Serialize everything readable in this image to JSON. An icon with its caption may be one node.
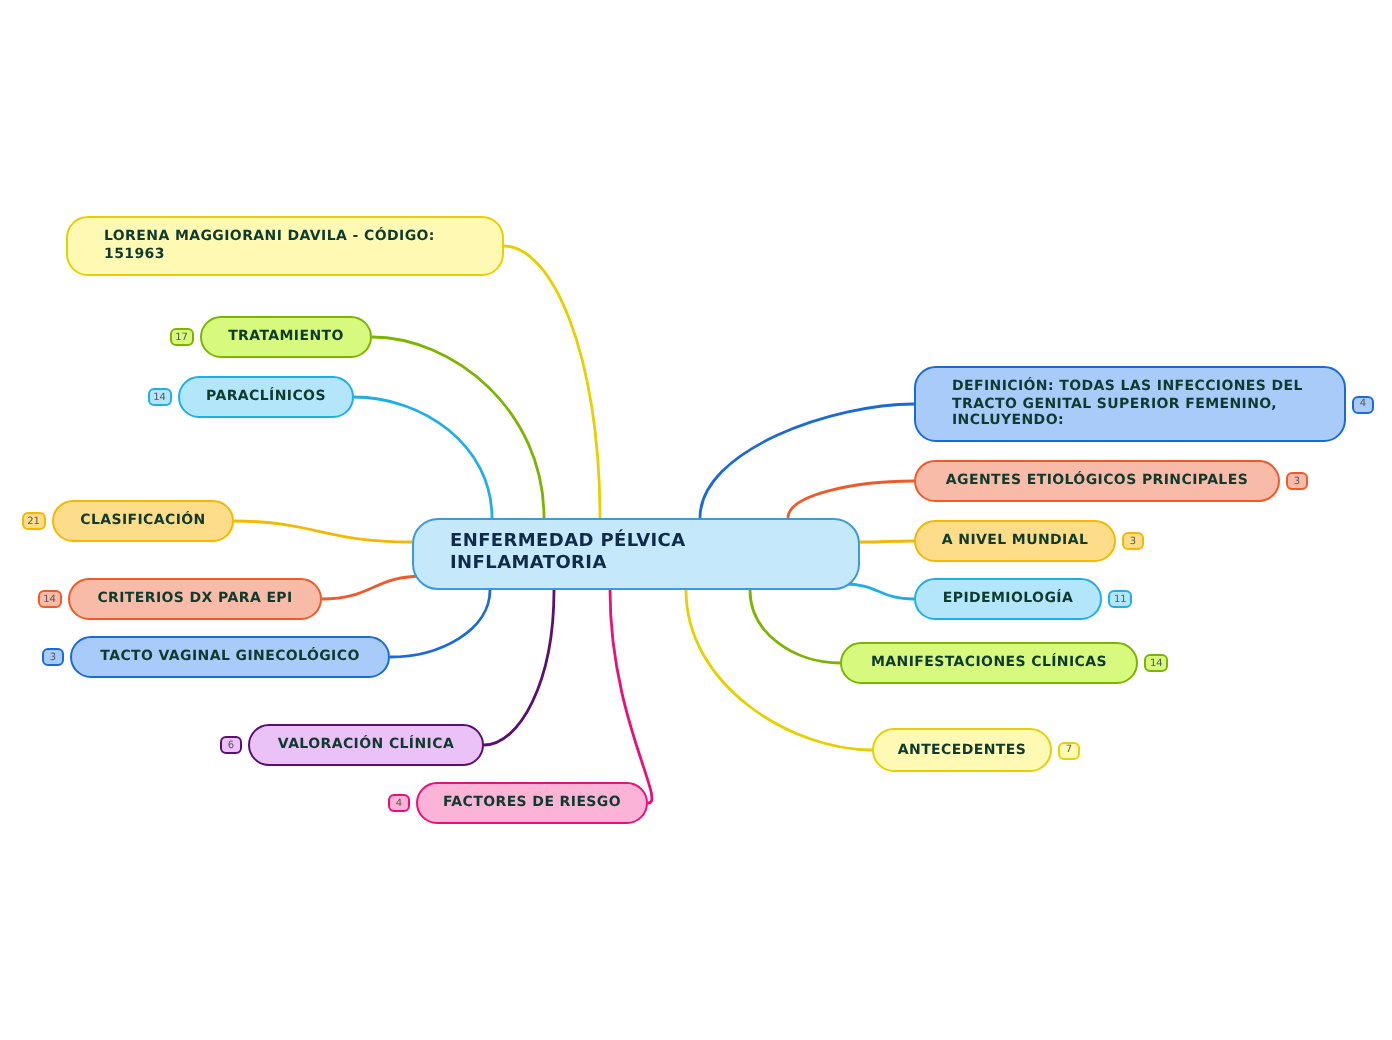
{
  "diagram": {
    "nodes": [
      {
        "text": [
          "ENFERMEDAD PÉLVICA INFLAMATORIA"
        ]
      },
      {
        "text": [
          "LORENA MAGGIORANI DAVILA - CÓDIGO: 151963"
        ]
      },
      {
        "text": [
          "TRATAMIENTO"
        ],
        "beside": [
          "17"
        ]
      },
      {
        "text": [
          "PARACLÍNICOS"
        ],
        "beside": [
          "14"
        ]
      },
      {
        "text": [
          "CLASIFICACIÓN"
        ],
        "beside": [
          "21"
        ]
      },
      {
        "text": [
          "CRITERIOS DX PARA EPI"
        ],
        "beside": [
          "14"
        ]
      },
      {
        "text": [
          "TACTO VAGINAL GINECOLÓGICO"
        ],
        "beside": [
          "3"
        ]
      },
      {
        "text": [
          "VALORACIÓN CLÍNICA"
        ],
        "beside": [
          "6"
        ]
      },
      {
        "text": [
          "FACTORES DE RIESGO"
        ],
        "beside": [
          "4"
        ]
      },
      {
        "text": [
          "DEFINICIÓN: TODAS LAS INFECCIONES DEL TRACTO GENITAL SUPERIOR FEMENINO, INCLUYENDO:"
        ],
        "beside": [
          "4"
        ]
      },
      {
        "text": [
          "AGENTES ETIOLÓGICOS PRINCIPALES"
        ],
        "beside": [
          "3"
        ]
      },
      {
        "text": [
          "A NIVEL MUNDIAL"
        ],
        "beside": [
          "3"
        ]
      },
      {
        "text": [
          "EPIDEMIOLOGÍA"
        ],
        "beside": [
          "11"
        ]
      },
      {
        "text": [
          "MANIFESTACIONES CLÍNICAS"
        ],
        "beside": [
          "14"
        ]
      },
      {
        "text": [
          "ANTECEDENTES"
        ],
        "beside": [
          "7"
        ]
      }
    ],
    "edges": [
      {
        "from": 0,
        "to": 1,
        "arrow": "none",
        "color": "#e8d000"
      },
      {
        "from": 0,
        "to": 2,
        "arrow": "none",
        "color": "#7cb400"
      },
      {
        "from": 0,
        "to": 3,
        "arrow": "none",
        "color": "#1eaee8"
      },
      {
        "from": 0,
        "to": 4,
        "arrow": "none",
        "color": "#f5b800"
      },
      {
        "from": 0,
        "to": 5,
        "arrow": "none",
        "color": "#f05a28"
      },
      {
        "from": 0,
        "to": 6,
        "arrow": "none",
        "color": "#1a6ad8"
      },
      {
        "from": 0,
        "to": 7,
        "arrow": "none",
        "color": "#5a1070"
      },
      {
        "from": 0,
        "to": 8,
        "arrow": "none",
        "color": "#e8107a"
      },
      {
        "from": 0,
        "to": 9,
        "arrow": "none",
        "color": "#1a6ad8"
      },
      {
        "from": 0,
        "to": 10,
        "arrow": "none",
        "color": "#f05a28"
      },
      {
        "from": 0,
        "to": 11,
        "arrow": "none",
        "color": "#f5b800"
      },
      {
        "from": 0,
        "to": 12,
        "arrow": "none",
        "color": "#1eaee8"
      },
      {
        "from": 0,
        "to": 13,
        "arrow": "none",
        "color": "#7cb400"
      },
      {
        "from": 0,
        "to": 14,
        "arrow": "none",
        "color": "#e8d000"
      }
    ]
  }
}
